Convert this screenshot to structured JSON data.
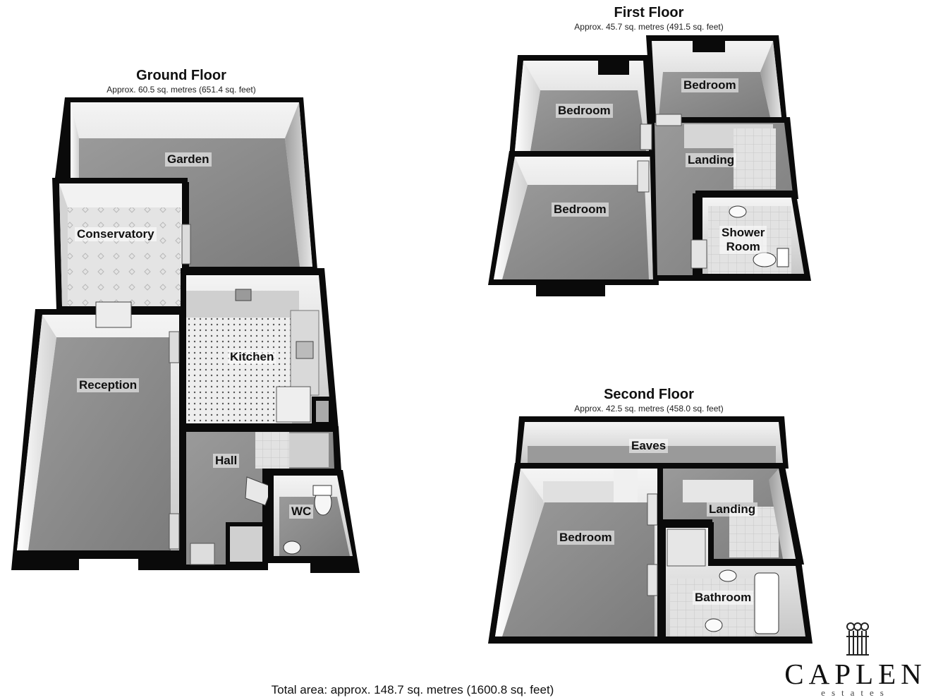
{
  "floors": {
    "ground": {
      "title": "Ground Floor",
      "area": "Approx. 60.5 sq. metres (651.4 sq. feet)",
      "rooms": {
        "garden": "Garden",
        "conservatory": "Conservatory",
        "reception": "Reception",
        "kitchen": "Kitchen",
        "hall": "Hall",
        "wc": "WC"
      }
    },
    "first": {
      "title": "First Floor",
      "area": "Approx. 45.7 sq. metres (491.5 sq. feet)",
      "rooms": {
        "bedroom_left": "Bedroom",
        "bedroom_right": "Bedroom",
        "bedroom_large": "Bedroom",
        "landing": "Landing",
        "shower_room": "Shower\nRoom"
      }
    },
    "second": {
      "title": "Second Floor",
      "area": "Approx. 42.5 sq. metres (458.0 sq. feet)",
      "rooms": {
        "eaves": "Eaves",
        "bedroom": "Bedroom",
        "landing": "Landing",
        "bathroom": "Bathroom"
      }
    }
  },
  "total_area": "Total area: approx. 148.7 sq. metres (1600.8 sq. feet)",
  "brand": {
    "name": "CAPLEN",
    "tagline": "estates",
    "logo_icon": "keys-crest-icon"
  },
  "colors": {
    "wall": "#0a0a0a",
    "floor": "#8e8e8e",
    "floor_light": "#b4b4b4",
    "tile": "#d9d9d9"
  }
}
